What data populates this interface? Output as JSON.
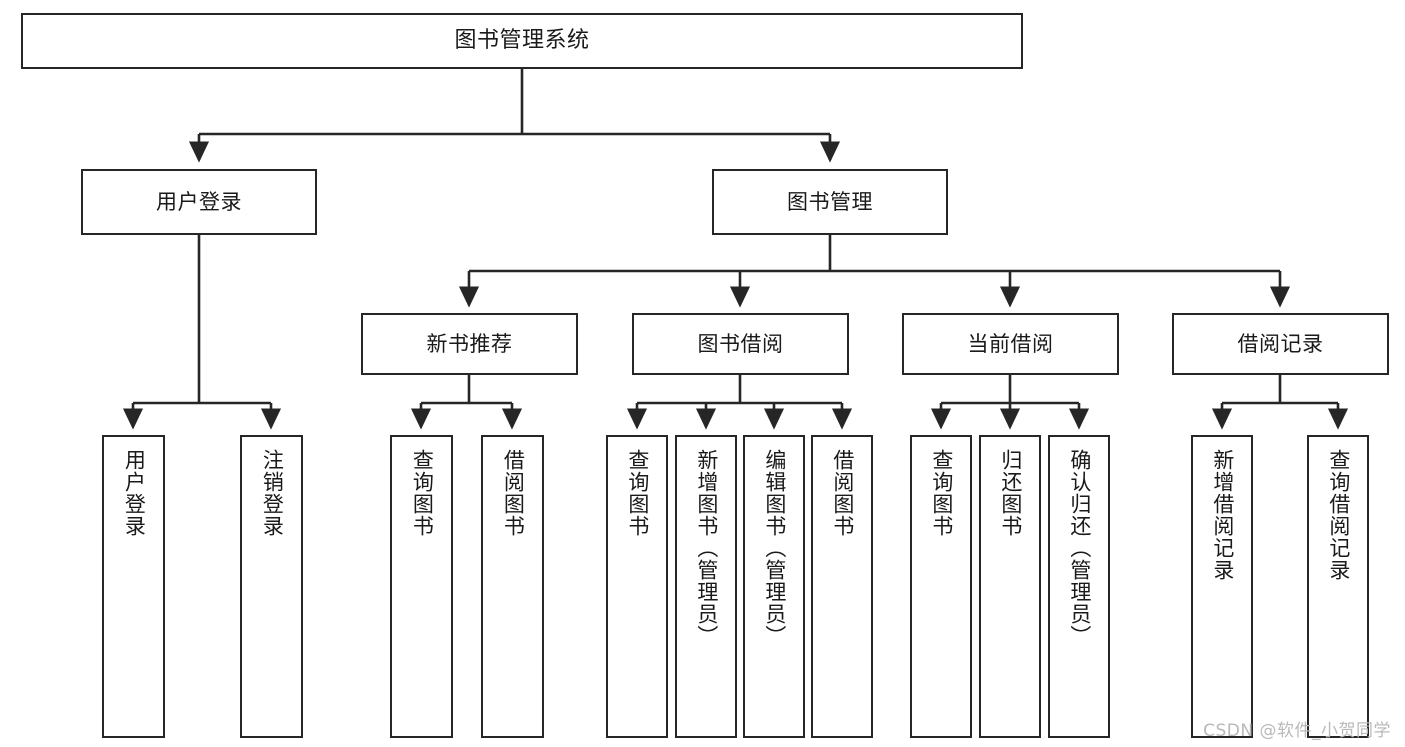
{
  "diagram": {
    "title": "图书管理系统",
    "watermark": "CSDN @软件_小贺同学",
    "line_color": "#262626",
    "text_color": "#1a1a1a",
    "background": "#ffffff",
    "root": {
      "label": "图书管理系统"
    },
    "level2": [
      {
        "label": "用户登录"
      },
      {
        "label": "图书管理"
      }
    ],
    "level3": [
      {
        "label": "新书推荐"
      },
      {
        "label": "图书借阅"
      },
      {
        "label": "当前借阅"
      },
      {
        "label": "借阅记录"
      }
    ],
    "leaves": {
      "user_login": [
        {
          "label": "用户登录"
        },
        {
          "label": "注销登录"
        }
      ],
      "new_book": [
        {
          "label": "查询图书"
        },
        {
          "label": "借阅图书"
        }
      ],
      "book_borrow": [
        {
          "label": "查询图书"
        },
        {
          "label": "新增图书（管理员）"
        },
        {
          "label": "编辑图书（管理员）"
        },
        {
          "label": "借阅图书"
        }
      ],
      "current_borrow": [
        {
          "label": "查询图书"
        },
        {
          "label": "归还图书"
        },
        {
          "label": "确认归还（管理员）"
        }
      ],
      "borrow_record": [
        {
          "label": "新增借阅记录"
        },
        {
          "label": "查询借阅记录"
        }
      ]
    }
  }
}
